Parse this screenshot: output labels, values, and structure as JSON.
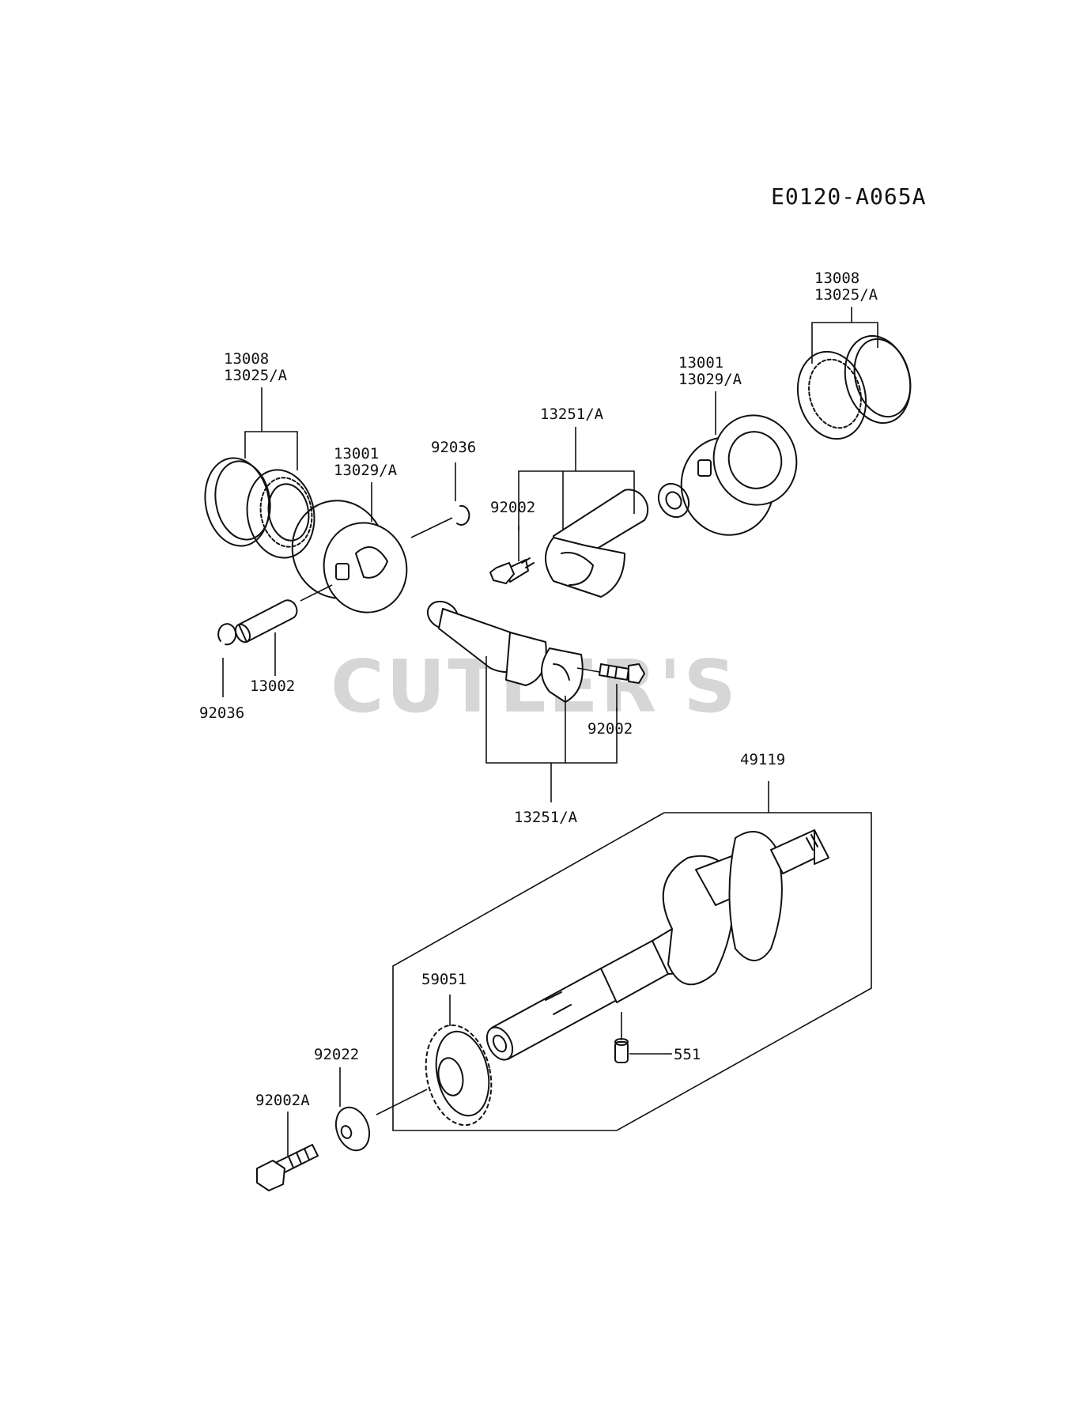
{
  "diagram_code": "E0120-A065A",
  "watermark": "CUTLER'S",
  "labels": {
    "rings_left_1": "13008",
    "rings_left_2": "13025/A",
    "piston_left_1": "13001",
    "piston_left_2": "13029/A",
    "clip_upper": "92036",
    "clip_lower": "92036",
    "pin": "13002",
    "rod_upper": "13251/A",
    "bolt_upper": "92002",
    "rings_right_1": "13008",
    "rings_right_2": "13025/A",
    "piston_right_1": "13001",
    "piston_right_2": "13029/A",
    "bolt_lower": "92002",
    "rod_lower": "13251/A",
    "crankshaft": "49119",
    "gear": "59051",
    "washer": "92022",
    "bolt_crank": "92002A",
    "key": "551"
  }
}
